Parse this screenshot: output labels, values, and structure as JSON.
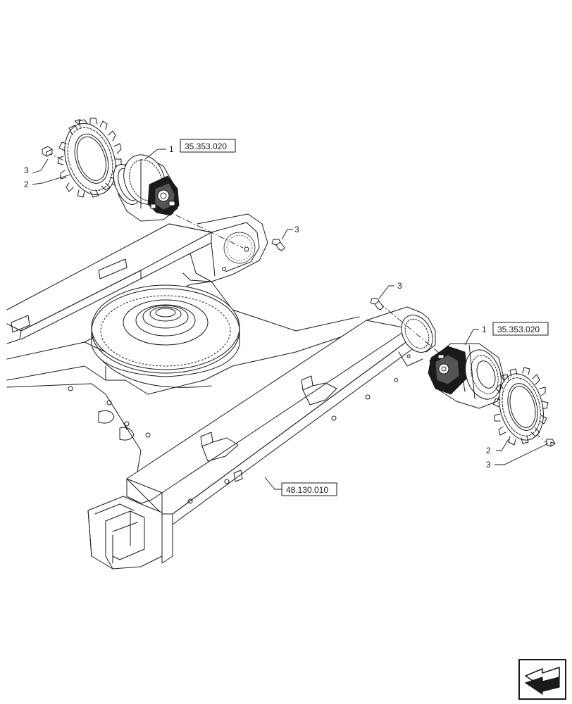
{
  "callouts": {
    "motor_left": "1",
    "sprocket_left": "2",
    "bolt_left": "3",
    "bolt_frame_left": "3",
    "bolt_frame_right": "3",
    "motor_right": "1",
    "sprocket_right": "2",
    "bolt_right": "3"
  },
  "references": {
    "motor_left": "35.353.020",
    "motor_right": "35.353.020",
    "frame": "48.130.010"
  },
  "icons": {
    "nav": "back-arrow-icon"
  }
}
